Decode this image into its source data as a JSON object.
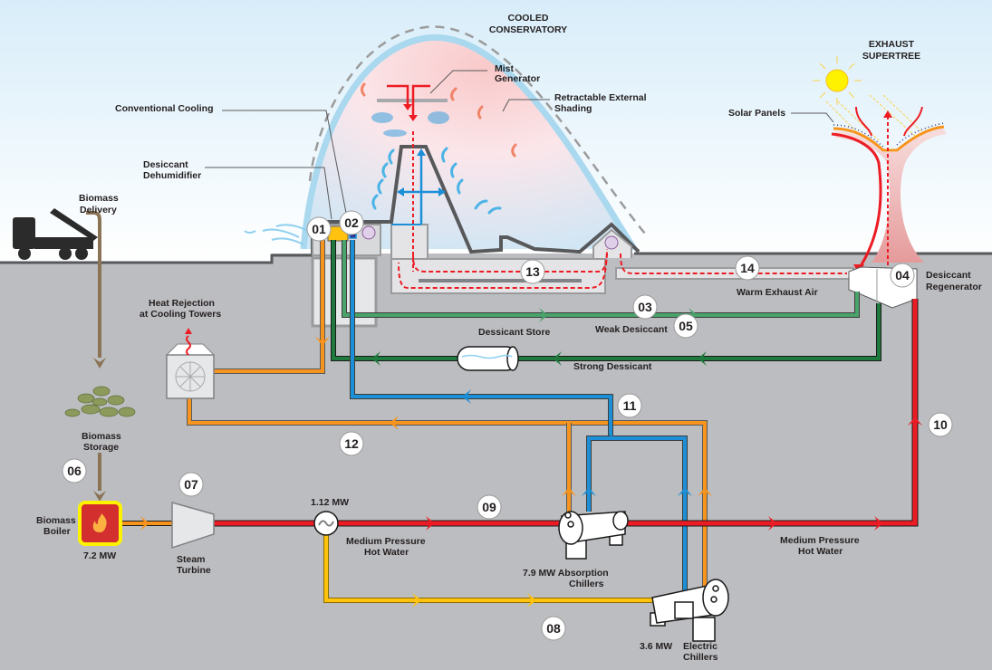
{
  "titles": {
    "conservatory_line1": "COOLED",
    "conservatory_line2": "CONSERVATORY",
    "supertree_line1": "EXHAUST",
    "supertree_line2": "SUPERTREE"
  },
  "labels": {
    "conventional_cooling": "Conventional Cooling",
    "desiccant_dehumidifier_1": "Desiccant",
    "desiccant_dehumidifier_2": "Dehumidifier",
    "biomass_delivery_1": "Biomass",
    "biomass_delivery_2": "Delivery",
    "mist_generator_1": "Mist",
    "mist_generator_2": "Generator",
    "retractable_shading_1": "Retractable External",
    "retractable_shading_2": "Shading",
    "solar_panels": "Solar Panels",
    "heat_rejection_1": "Heat Rejection",
    "heat_rejection_2": "at Cooling Towers",
    "biomass_storage_1": "Biomass",
    "biomass_storage_2": "Storage",
    "biomass_boiler_1": "Biomass",
    "biomass_boiler_2": "Boiler",
    "boiler_power": "7.2 MW",
    "steam_turbine_1": "Steam",
    "steam_turbine_2": "Turbine",
    "generator_power": "1.12 MW",
    "mphw_left_1": "Medium Pressure",
    "mphw_left_2": "Hot Water",
    "mphw_right_1": "Medium Pressure",
    "mphw_right_2": "Hot Water",
    "absorption_chillers_1": "7.9 MW Absorption",
    "absorption_chillers_2": "Chillers",
    "electric_power": "3.6 MW",
    "electric_chillers_1": "Electric",
    "electric_chillers_2": "Chillers",
    "dessicant_store": "Dessicant  Store",
    "weak_desiccant": "Weak Desiccant",
    "strong_dessicant": "Strong Dessicant",
    "warm_exhaust_air": "Warm Exhaust Air",
    "desiccant_regenerator_1": "Desiccant",
    "desiccant_regenerator_2": "Regenerator"
  },
  "markers": [
    "01",
    "02",
    "03",
    "04",
    "05",
    "06",
    "07",
    "08",
    "09",
    "10",
    "11",
    "12",
    "13",
    "14"
  ],
  "colors": {
    "sky_top": "#d9eef9",
    "ground": "#bcbdc0",
    "hot_water": "#ed1c24",
    "condenser": "#f7941d",
    "chilled_water": "#1c8fd6",
    "weak_desiccant": "#4aa36b",
    "strong_desiccant": "#1f7a3e",
    "electric": "#ffc20e",
    "biomass": "#8b7355",
    "boiler_fill": "#d32f2f",
    "boiler_border": "#fff200"
  }
}
